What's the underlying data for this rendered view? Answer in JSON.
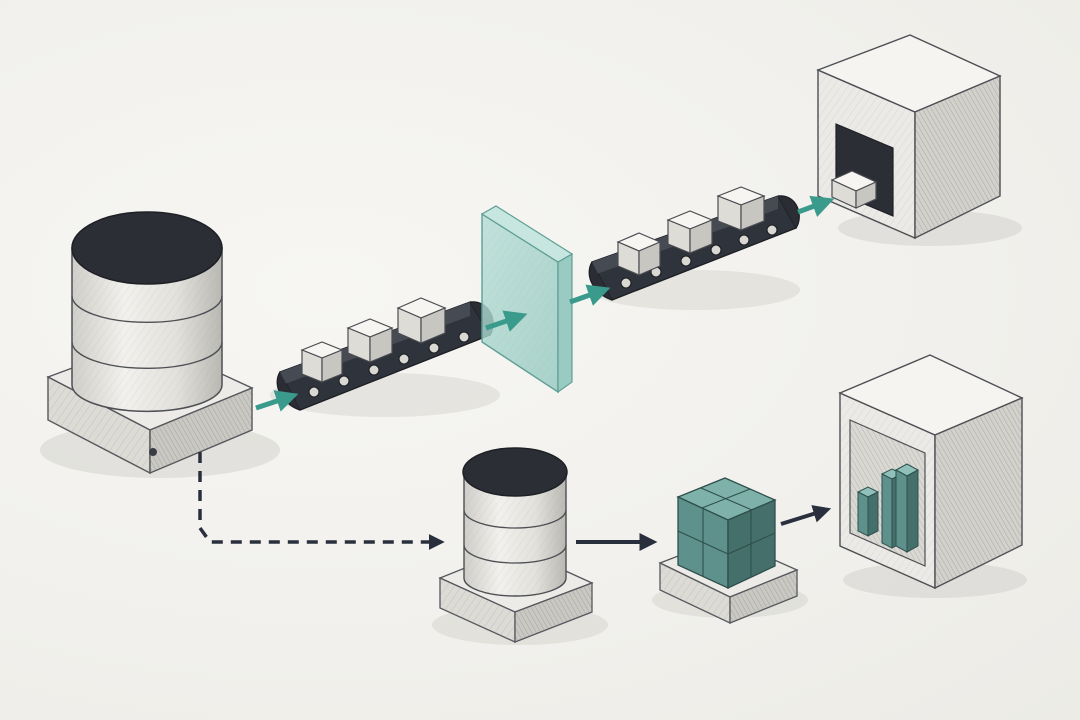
{
  "diagram": {
    "style": "pencil-sketch isometric",
    "colors": {
      "paper": "#f3f2ef",
      "pencil_dark": "#2e3138",
      "pencil_mid": "#6d6f73",
      "surface_light": "#e9e8e4",
      "surface_mid": "#d8d7d3",
      "surface_dark": "#c4c3bf",
      "belt": "#2f333b",
      "teal": "#3a9a8c",
      "teal_light": "#a6d3cb",
      "teal_block": "#5e918c",
      "teal_block_dark": "#456f6b",
      "navy_arrow": "#2a2f3d"
    },
    "nodes": [
      {
        "id": "source-database",
        "icon": "database-icon",
        "kind": "large database on base"
      },
      {
        "id": "conveyor-raw",
        "icon": "conveyor-belt-icon",
        "kind": "conveyor with 3 boxes"
      },
      {
        "id": "filter-pane",
        "icon": "glass-panel-icon",
        "kind": "translucent teal filter"
      },
      {
        "id": "conveyor-filtered",
        "icon": "conveyor-belt-icon",
        "kind": "conveyor with 3 boxes"
      },
      {
        "id": "warehouse-store",
        "icon": "storage-box-icon",
        "kind": "open cube receiving box"
      },
      {
        "id": "replica-database",
        "icon": "database-icon",
        "kind": "small database on base"
      },
      {
        "id": "cube-block",
        "icon": "olap-cube-icon",
        "kind": "teal 2x2x2 cube on base"
      },
      {
        "id": "analytics-display",
        "icon": "bar-chart-icon",
        "kind": "open box showing bars"
      }
    ],
    "edges": [
      {
        "from": "source-database",
        "to": "conveyor-raw",
        "style": "solid-teal"
      },
      {
        "from": "conveyor-raw",
        "to": "filter-pane",
        "style": "solid-teal"
      },
      {
        "from": "filter-pane",
        "to": "conveyor-filtered",
        "style": "solid-teal"
      },
      {
        "from": "conveyor-filtered",
        "to": "warehouse-store",
        "style": "solid-teal"
      },
      {
        "from": "source-database",
        "to": "replica-database",
        "style": "dashed-navy"
      },
      {
        "from": "replica-database",
        "to": "cube-block",
        "style": "solid-navy"
      },
      {
        "from": "cube-block",
        "to": "analytics-display",
        "style": "solid-navy"
      }
    ]
  }
}
